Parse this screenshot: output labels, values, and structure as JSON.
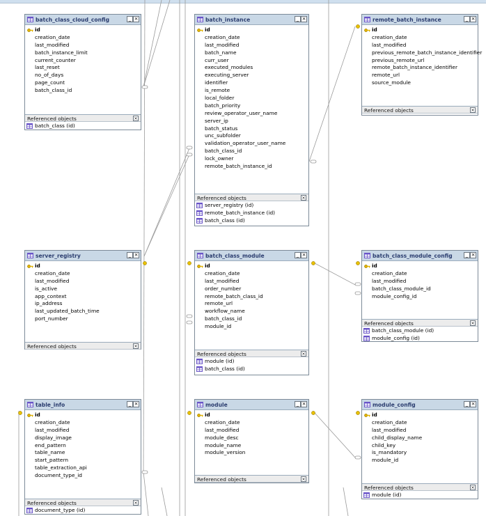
{
  "colors": {
    "header_bg": "#c9d8e6",
    "title_text": "#2c3e70",
    "key_icon": "#e0b100",
    "table_icon": "#6a55c8",
    "connector": "#9a9a9a"
  },
  "icons": {
    "table": "table-icon",
    "key": "key-icon"
  },
  "referenced_label": "Referenced objects",
  "tables": {
    "batch_class_cloud_config": {
      "title": "batch_class_cloud_config",
      "fields": [
        "id",
        "creation_date",
        "last_modified",
        "batch_instance_limit",
        "current_counter",
        "last_reset",
        "no_of_days",
        "page_count",
        "batch_class_id"
      ],
      "refs": [
        "batch_class (id)"
      ]
    },
    "batch_instance": {
      "title": "batch_instance",
      "fields": [
        "id",
        "creation_date",
        "last_modified",
        "batch_name",
        "curr_user",
        "executed_modules",
        "executing_server",
        "identifier",
        "is_remote",
        "local_folder",
        "batch_priority",
        "review_operator_user_name",
        "server_ip",
        "batch_status",
        "unc_subfolder",
        "validation_operator_user_name",
        "batch_class_id",
        "lock_owner",
        "remote_batch_instance_id"
      ],
      "refs": [
        "server_registry (id)",
        "remote_batch_instance (id)",
        "batch_class (id)"
      ]
    },
    "remote_batch_instance": {
      "title": "remote_batch_instance",
      "fields": [
        "id",
        "creation_date",
        "last_modified",
        "previous_remote_batch_instance_identifier",
        "previous_remote_url",
        "remote_batch_instance_identifier",
        "remote_url",
        "source_module"
      ],
      "refs": []
    },
    "server_registry": {
      "title": "server_registry",
      "fields": [
        "id",
        "creation_date",
        "last_modified",
        "is_active",
        "app_context",
        "ip_address",
        "last_updated_batch_time",
        "port_number"
      ],
      "refs": []
    },
    "batch_class_module": {
      "title": "batch_class_module",
      "fields": [
        "id",
        "creation_date",
        "last_modified",
        "order_number",
        "remote_batch_class_id",
        "remote_url",
        "workflow_name",
        "batch_class_id",
        "module_id"
      ],
      "refs": [
        "module (id)",
        "batch_class (id)"
      ]
    },
    "batch_class_module_config": {
      "title": "batch_class_module_config",
      "fields": [
        "id",
        "creation_date",
        "last_modified",
        "batch_class_module_id",
        "module_config_id"
      ],
      "refs": [
        "batch_class_module (id)",
        "module_config (id)"
      ]
    },
    "table_info": {
      "title": "table_info",
      "fields": [
        "id",
        "creation_date",
        "last_modified",
        "display_image",
        "end_pattern",
        "table_name",
        "start_pattern",
        "table_extraction_api",
        "document_type_id"
      ],
      "refs": [
        "document_type (id)"
      ]
    },
    "module": {
      "title": "module",
      "fields": [
        "id",
        "creation_date",
        "last_modified",
        "module_desc",
        "module_name",
        "module_version"
      ],
      "refs": []
    },
    "module_config": {
      "title": "module_config",
      "fields": [
        "id",
        "creation_date",
        "last_modified",
        "child_display_name",
        "child_key",
        "is_mandatory",
        "module_id"
      ],
      "refs": [
        "module (id)"
      ]
    }
  }
}
